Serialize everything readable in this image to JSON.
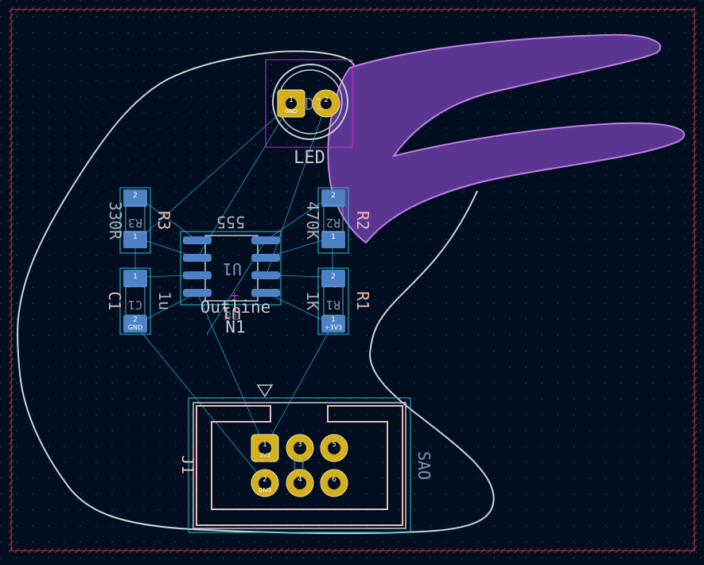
{
  "theme": {
    "background": "#000e1f",
    "edge_cuts": "#d0d4da",
    "board_border": "#c4333b",
    "ratsnest": "#2ab5e6",
    "pad_smd": "#4d82c6",
    "pad_tht": "#d3b01c",
    "courtyard": "#2ec4d6",
    "fab_outline": "#f0b9b5",
    "silk_ref": "#f0b9b5",
    "silk_text": "#c9ccd4",
    "fab_text": "#7f96b3",
    "led_keepout": "#d02bd0",
    "logo_fill": "#6b3aa0",
    "logo_stroke": "#c47fe0"
  },
  "components": {
    "led": {
      "footprint_label": "LED",
      "ref": "D1",
      "pad1_net": "GND",
      "pad2_net": ""
    },
    "u1": {
      "ref": "U1",
      "value": "555",
      "fab_ref": "U1"
    },
    "r1": {
      "ref": "R1",
      "value": "1K",
      "pad1_net": "+3V3",
      "pad2_net": ""
    },
    "r2": {
      "ref": "R2",
      "value": "470K"
    },
    "r3": {
      "ref": "R3",
      "value": "330R"
    },
    "c1": {
      "ref": "C1",
      "value": "1u",
      "pad2_net": "GND"
    },
    "j1": {
      "ref": "J1",
      "value": "SAO",
      "fab_ref": "J1",
      "pad1_net": "3V3",
      "pad2_net": "GND"
    },
    "n1": {
      "ref": "N1",
      "value": "Outline",
      "fab_ref": "N1"
    }
  },
  "pads": {
    "two_pin": {
      "top": "2",
      "bottom": "1"
    },
    "c1": {
      "top": "1",
      "bottom": "2"
    },
    "led": {
      "p1": "1",
      "p2": "2"
    },
    "j1": [
      "1",
      "3",
      "5",
      "2",
      "4",
      "6"
    ]
  }
}
